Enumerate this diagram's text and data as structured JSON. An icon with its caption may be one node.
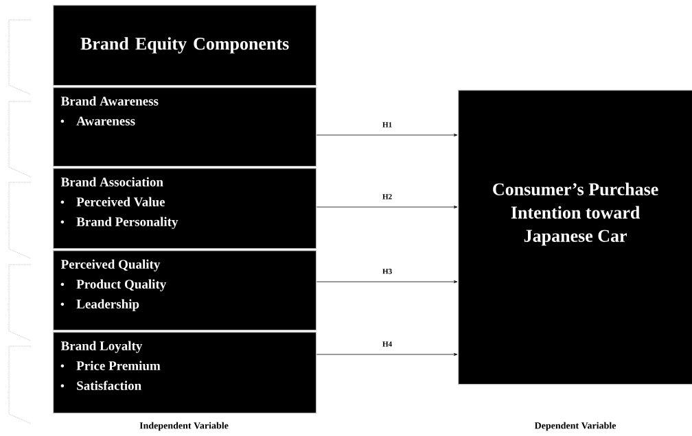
{
  "diagram": {
    "nodes": [
      {
        "text": [
          "Brand Equity Components"
        ]
      },
      {
        "text": [
          "Brand Awareness",
          "Awareness"
        ]
      },
      {
        "text": [
          "Brand Association",
          "Perceived Value",
          "Brand Personality"
        ]
      },
      {
        "text": [
          "Perceived Quality",
          "Product Quality",
          "Leadership"
        ]
      },
      {
        "text": [
          "Brand Loyalty",
          "Price Premium",
          "Satisfaction"
        ]
      },
      {
        "text": [
          "Consumer’s Purchase Intention toward Japanese Car"
        ]
      }
    ],
    "edges": [
      {
        "from": 1,
        "to": 5,
        "arrow": "to",
        "label": "H1"
      },
      {
        "from": 2,
        "to": 5,
        "arrow": "to",
        "label": "H2"
      },
      {
        "from": 3,
        "to": 5,
        "arrow": "to",
        "label": "H3"
      },
      {
        "from": 4,
        "to": 5,
        "arrow": "to",
        "label": "H4"
      }
    ],
    "labels": [
      "Independent Variable",
      "Dependent Variable"
    ]
  }
}
